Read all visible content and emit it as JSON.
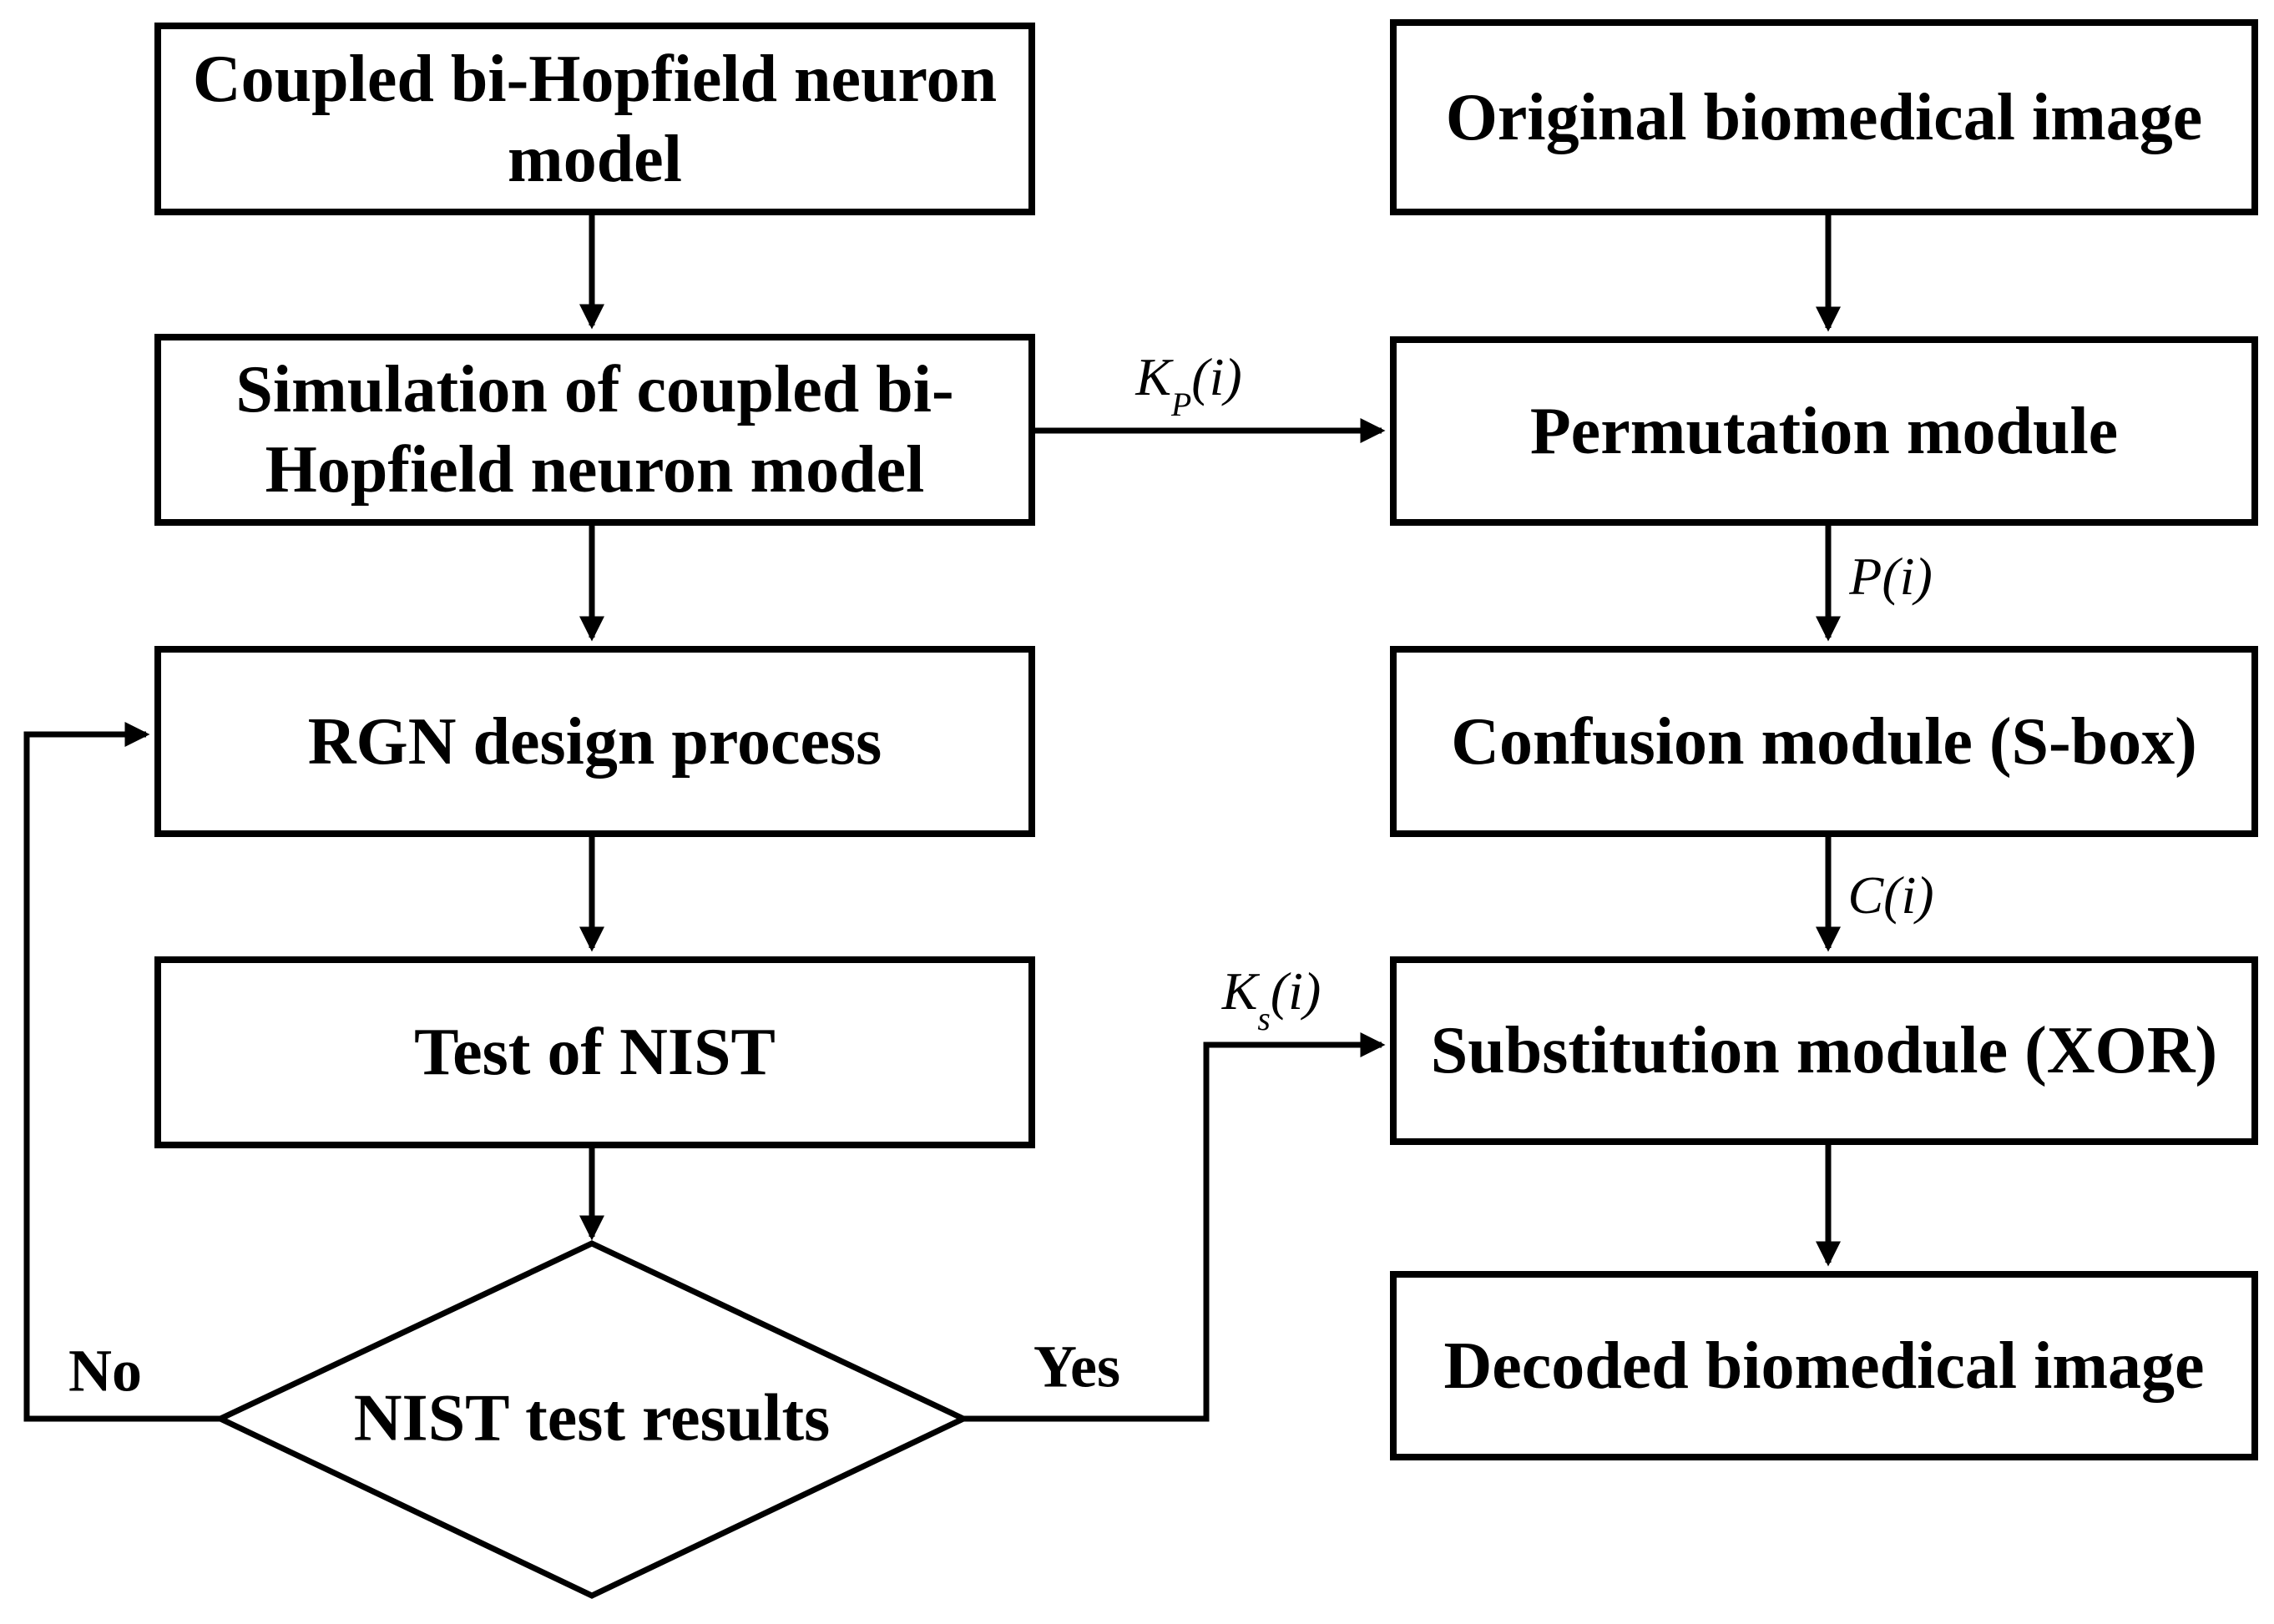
{
  "flowchart": {
    "left_column": {
      "boxes": [
        {
          "label": "Coupled bi-Hopfield neuron\nmodel"
        },
        {
          "label": "Simulation of coupled bi-\nHopfield neuron model"
        },
        {
          "label": "RGN design process"
        },
        {
          "label": "Test of NIST"
        }
      ],
      "decision": {
        "label": "NIST test results",
        "no_branch_label": "No",
        "yes_branch_label": "Yes"
      }
    },
    "right_column": {
      "boxes": [
        {
          "label": "Original biomedical image"
        },
        {
          "label": "Permutation module"
        },
        {
          "label": "Confusion module (S-box)"
        },
        {
          "label": "Substitution module (XOR)"
        },
        {
          "label": "Decoded biomedical image"
        }
      ]
    },
    "edge_labels": {
      "kp": {
        "base": "K",
        "sub": "P",
        "args": "(i)"
      },
      "p": {
        "base": "P",
        "sub": "",
        "args": "(i)"
      },
      "c": {
        "base": "C",
        "sub": "",
        "args": "(i)"
      },
      "ks": {
        "base": "K",
        "sub": "s",
        "args": "(i)"
      }
    },
    "colors": {
      "line": "#000000",
      "text": "#000000",
      "background": "#ffffff"
    }
  }
}
